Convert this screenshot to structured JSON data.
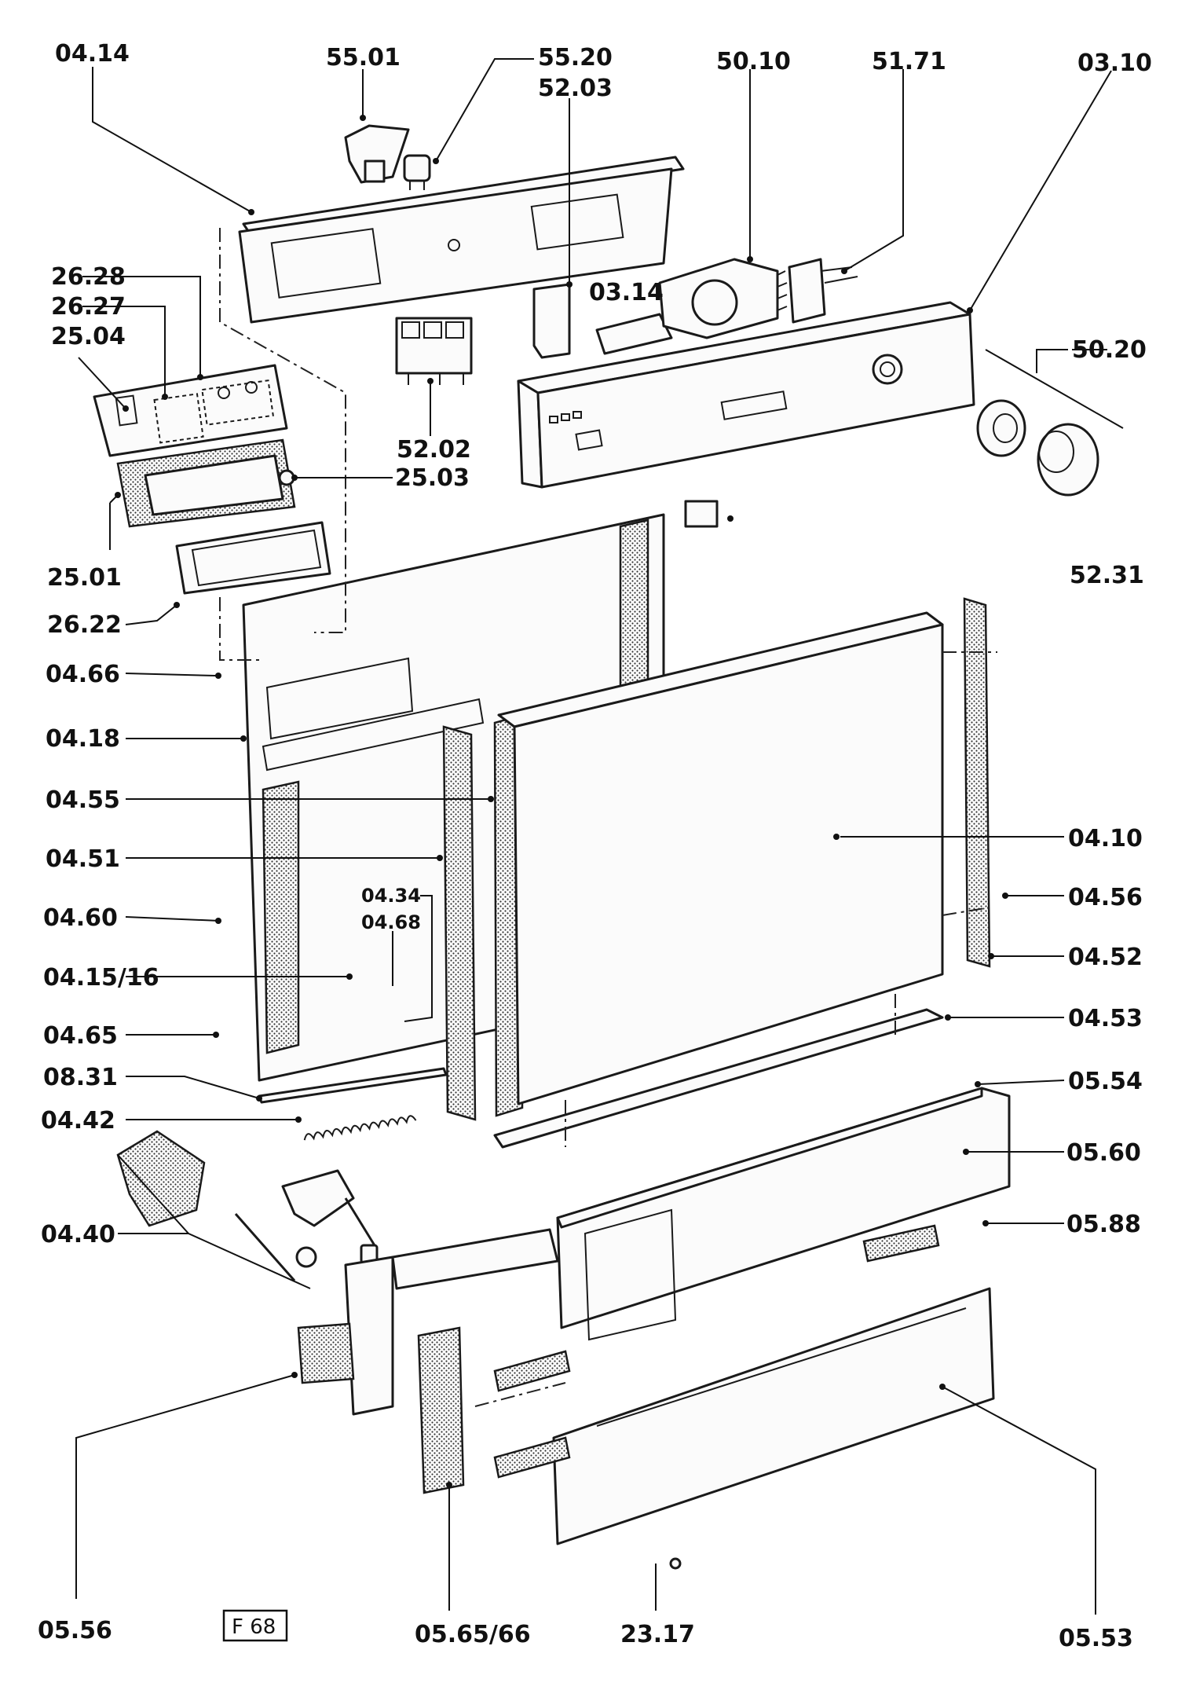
{
  "diagram": {
    "figure_code": "F 68",
    "part_labels": [
      "04.14",
      "55.01",
      "55.20",
      "52.03",
      "50.10",
      "51.71",
      "03.10",
      "26.28",
      "26.27",
      "25.04",
      "50.20",
      "03.14",
      "52.02",
      "25.03",
      "52.31",
      "25.01",
      "26.22",
      "04.66",
      "04.18",
      "04.55",
      "04.10",
      "04.51",
      "04.34",
      "04.68",
      "04.56",
      "04.60",
      "04.52",
      "04.15/16",
      "04.53",
      "04.65",
      "08.31",
      "05.54",
      "04.42",
      "05.60",
      "05.88",
      "04.40",
      "05.56",
      "05.65/66",
      "23.17",
      "05.53"
    ]
  }
}
